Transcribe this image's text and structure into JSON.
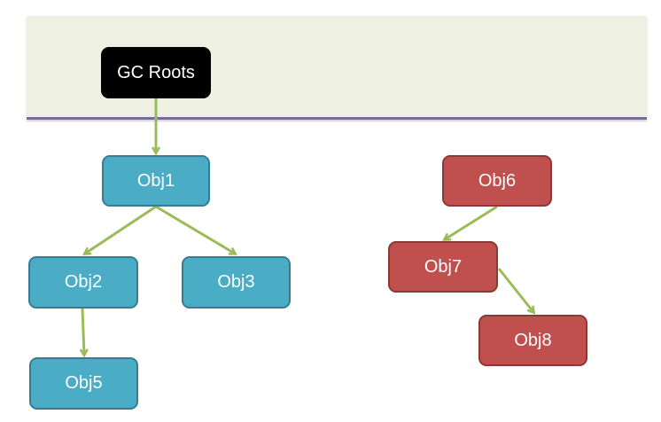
{
  "diagram": {
    "root": {
      "label": "GC Roots"
    },
    "reachable": [
      {
        "label": "Obj1"
      },
      {
        "label": "Obj2"
      },
      {
        "label": "Obj3"
      },
      {
        "label": "Obj5"
      }
    ],
    "unreachable": [
      {
        "label": "Obj6"
      },
      {
        "label": "Obj7"
      },
      {
        "label": "Obj8"
      }
    ],
    "edges": [
      [
        "GC Roots",
        "Obj1"
      ],
      [
        "Obj1",
        "Obj2"
      ],
      [
        "Obj1",
        "Obj3"
      ],
      [
        "Obj2",
        "Obj5"
      ],
      [
        "Obj6",
        "Obj7"
      ],
      [
        "Obj7",
        "Obj8"
      ]
    ],
    "colors": {
      "root": "#000000",
      "reachable": "#4bacc6",
      "unreachable": "#c0504d",
      "arrow": "#9bbb59",
      "band": "#eef0e1",
      "band_border": "#7e6a97"
    }
  }
}
